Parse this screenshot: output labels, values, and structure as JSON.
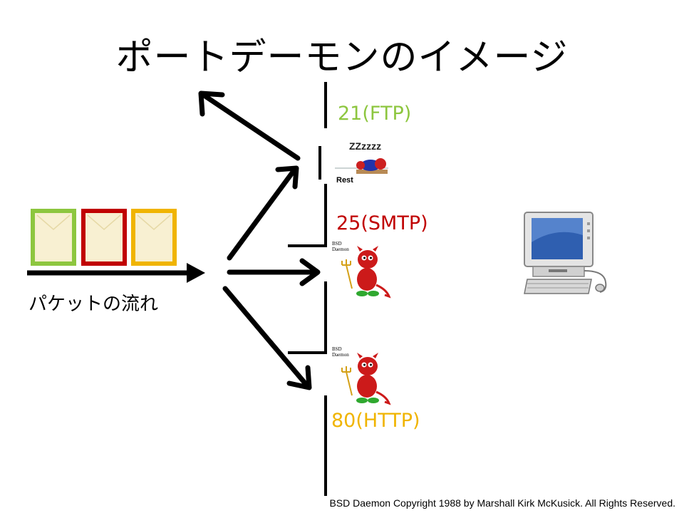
{
  "slide": {
    "title": "ポートデーモンのイメージ",
    "packet_label": "パケットの流れ",
    "copyright": "BSD Daemon Copyright 1988 by Marshall Kirk McKusick. All Rights Reserved."
  },
  "ports": [
    {
      "label": "21(FTP)",
      "color": "#8dc63f",
      "state": "sleeping"
    },
    {
      "label": "25(SMTP)",
      "color": "#c00000",
      "state": "daemon"
    },
    {
      "label": "80(HTTP)",
      "color": "#f0b400",
      "state": "daemon"
    }
  ],
  "packets": [
    {
      "color": "#8dc63f"
    },
    {
      "color": "#c00000"
    },
    {
      "color": "#f0b400"
    }
  ],
  "sleep_image": {
    "zzz": "ZZzzzz",
    "rest": "Rest"
  },
  "daemon_caption": {
    "line1": "BSD",
    "line2": "Daemon"
  },
  "icons": {
    "computer": "computer-icon",
    "daemon": "bsd-daemon-icon",
    "sleeping": "sleeping-daemon-icon"
  }
}
